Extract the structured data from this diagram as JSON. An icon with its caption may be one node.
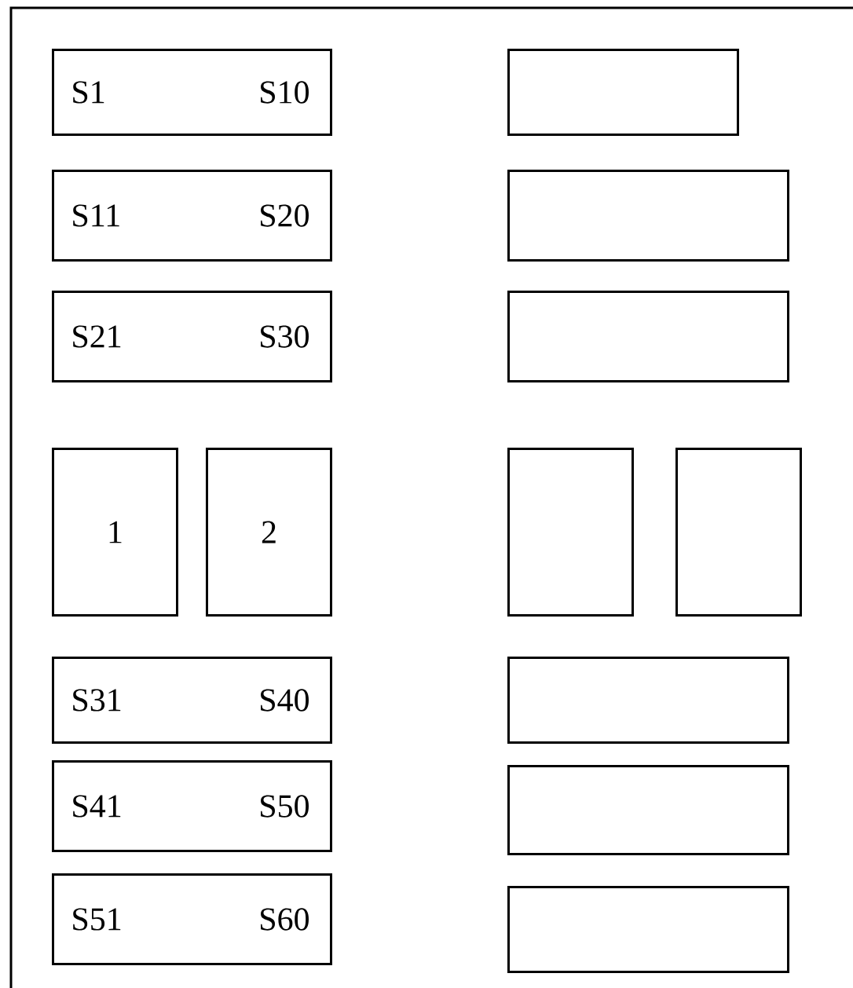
{
  "diagram": {
    "nodes": [
      {
        "text": [
          "S1",
          "S10"
        ]
      },
      {
        "text": [],
        "shape": "box"
      },
      {
        "text": [
          "S11",
          "S20"
        ]
      },
      {
        "text": [],
        "shape": "box"
      },
      {
        "text": [
          "S21",
          "S30"
        ]
      },
      {
        "text": [],
        "shape": "box"
      },
      {
        "text": [
          "1"
        ]
      },
      {
        "text": [
          "2"
        ]
      },
      {
        "text": [],
        "shape": "box"
      },
      {
        "text": [],
        "shape": "box"
      },
      {
        "text": [
          "S31",
          "S40"
        ]
      },
      {
        "text": [],
        "shape": "box"
      },
      {
        "text": [
          "S41",
          "S50"
        ]
      },
      {
        "text": [],
        "shape": "box"
      },
      {
        "text": [
          "S51",
          "S60"
        ]
      },
      {
        "text": [],
        "shape": "box"
      }
    ]
  }
}
